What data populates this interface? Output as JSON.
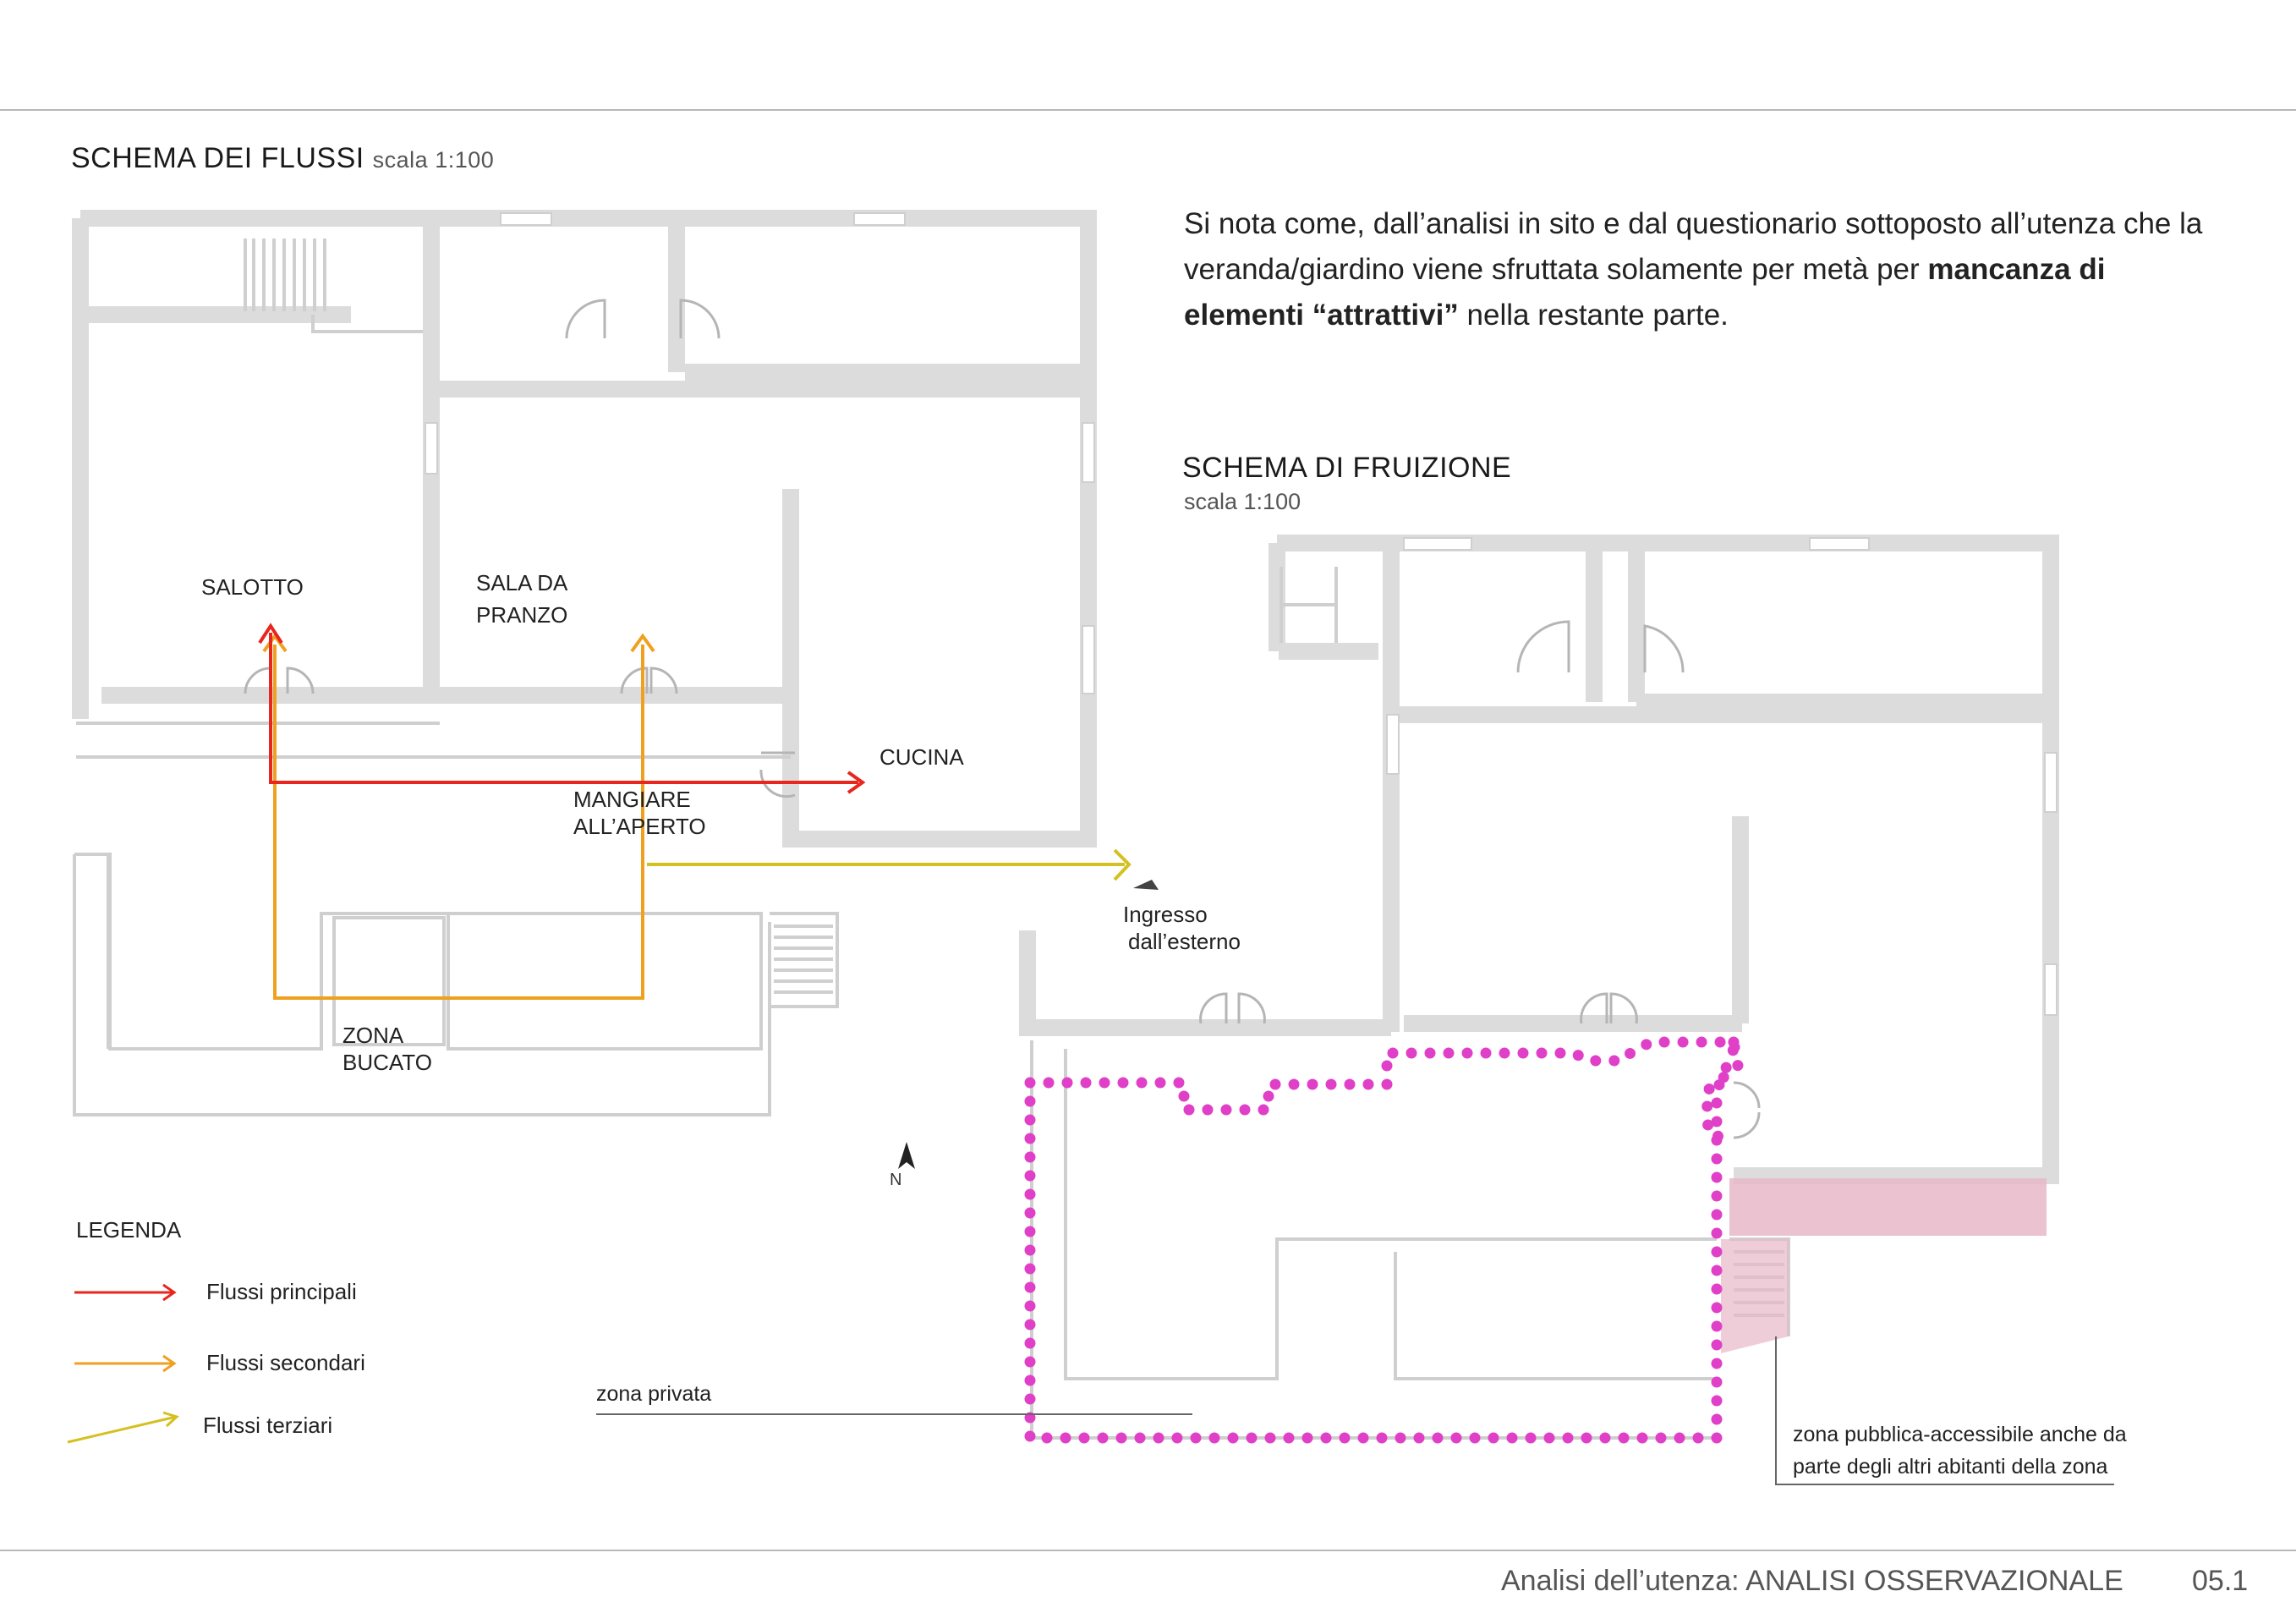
{
  "flow_scheme": {
    "title": "SCHEMA DEI FLUSSI",
    "scale": "scala 1:100"
  },
  "note": {
    "part1": "Si nota come, dall’analisi in sito e dal questionario sottoposto all’utenza che la veranda/giardino viene sfruttata solamente per metà per ",
    "bold": "mancanza di elementi “attrattivi”",
    "part2": " nella restante parte."
  },
  "use_scheme": {
    "title": "SCHEMA DI FRUIZIONE",
    "scale": "scala 1:100"
  },
  "rooms": {
    "salotto": "SALOTTO",
    "sala_line1": "SALA DA",
    "sala_line2": "PRANZO",
    "cucina": "CUCINA",
    "mangiare_line1": "MANGIARE",
    "mangiare_line2": "ALL’APERTO",
    "bucato_line1": "ZONA",
    "bucato_line2": "BUCATO",
    "ingresso_line1": "Ingresso",
    "ingresso_line2": "dall’esterno"
  },
  "north": "N",
  "legend": {
    "title": "LEGENDA",
    "items": [
      {
        "label": "Flussi principali",
        "color": "#e8261e"
      },
      {
        "label": "Flussi secondari",
        "color": "#f0a020"
      },
      {
        "label": "Flussi terziari",
        "color": "#d4c020"
      }
    ]
  },
  "zones": {
    "private": "zona privata",
    "public_line1": "zona pubblica-accessibile anche da",
    "public_line2": "parte degli altri abitanti della zona",
    "private_color": "#e040c8",
    "public_color": "#e8b8c8"
  },
  "footer": {
    "section": "Analisi dell’utenza: ANALISI OSSERVAZIONALE",
    "page": "05.1"
  }
}
